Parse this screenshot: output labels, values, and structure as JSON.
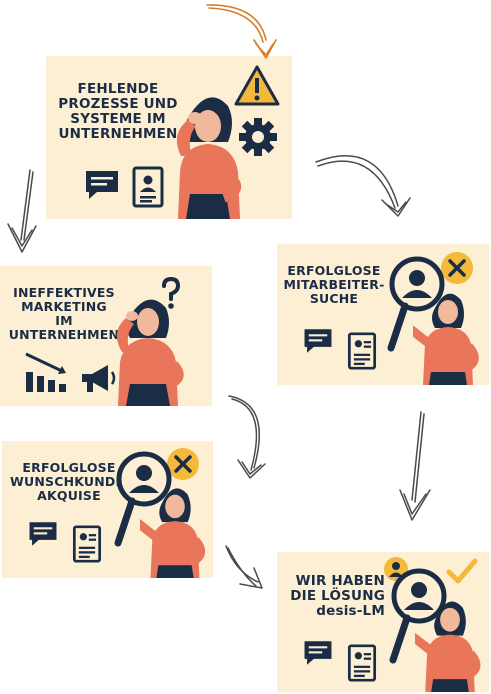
{
  "cards": [
    {
      "id": "card-1",
      "lines": [
        "FEHLENDE",
        "PROZESSE UND",
        "SYSTEME IM",
        "UNTERNEHMEN"
      ]
    },
    {
      "id": "card-2",
      "lines": [
        "ERFOLGLOSE",
        "MITARBEITER-",
        "SUCHE"
      ]
    },
    {
      "id": "card-3",
      "lines": [
        "INEFFEKTIVES",
        "MARKETING",
        "IM UNTERNEHMEN"
      ]
    },
    {
      "id": "card-4",
      "lines": [
        "ERFOLGLOSE",
        "WUNSCHKUNDEN-",
        "AKQUISE"
      ]
    },
    {
      "id": "card-5",
      "lines": [
        "WIR HABEN",
        "DIE LÖSUNG",
        "desis-LM"
      ]
    }
  ],
  "colors": {
    "card_bg": "#fcefd4",
    "navy": "#1b2d45",
    "salmon": "#e9755a",
    "warning": "#f4b93a",
    "arrow_orange": "#d77f2a",
    "arrow_gray": "#4a4a4a"
  }
}
